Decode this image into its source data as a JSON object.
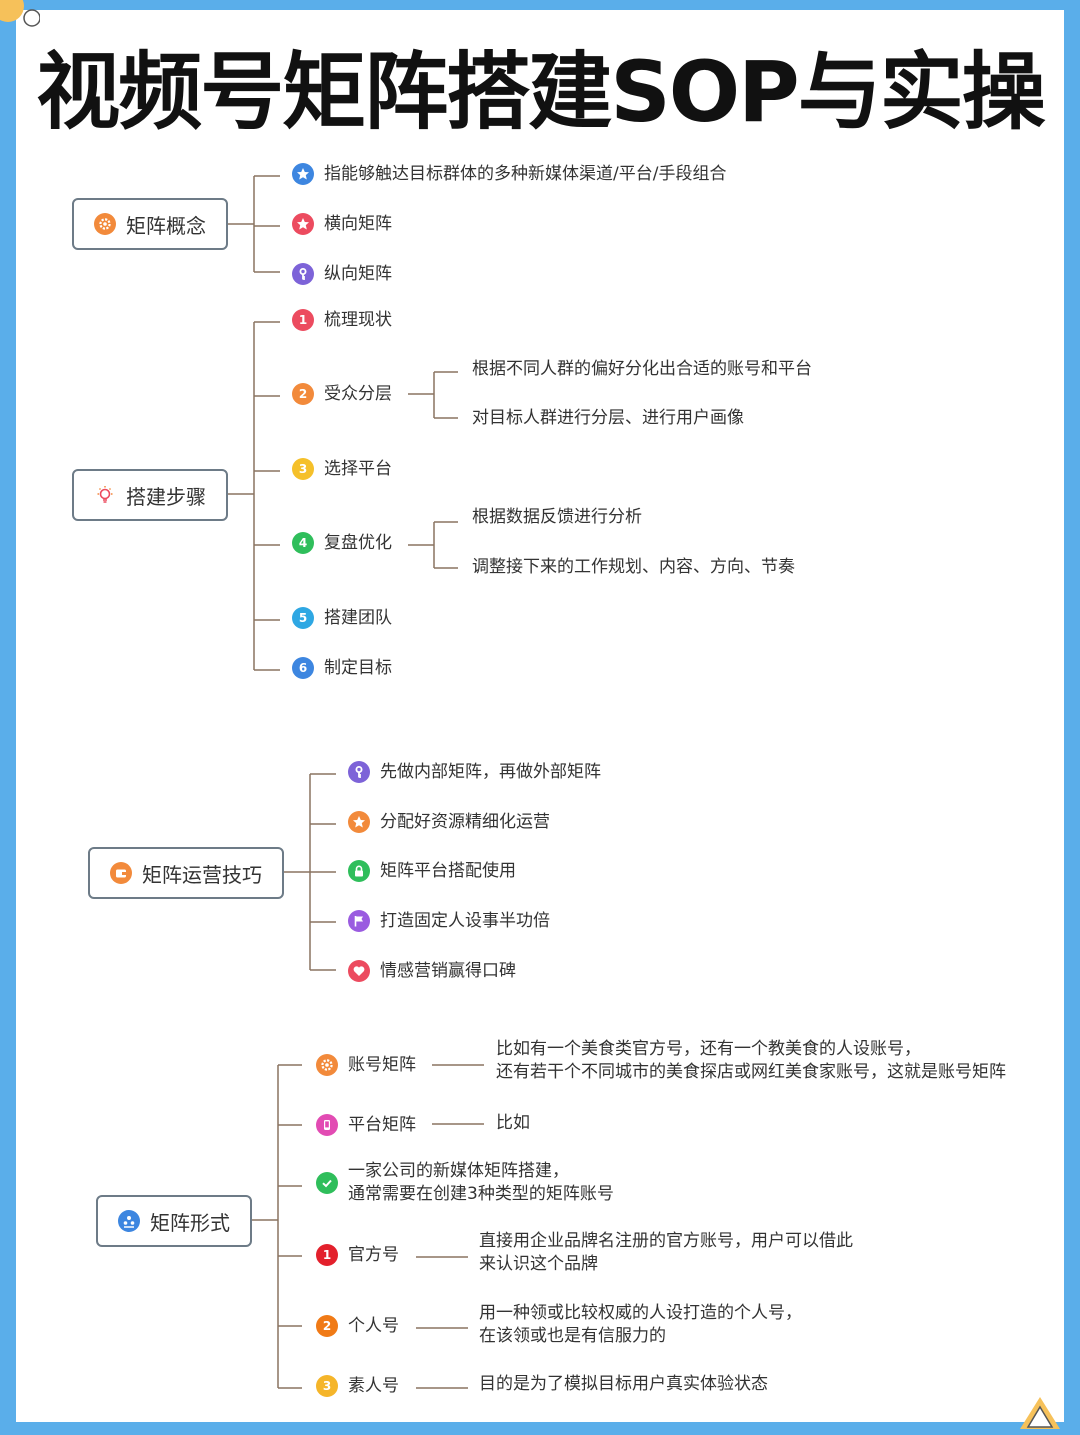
{
  "title": "视频号矩阵搭建SOP与实操",
  "colors": {
    "background": "#5aaeea",
    "line": "#8a7460",
    "blue": "#3d86e0",
    "red": "#ec4b5f",
    "purple": "#7d63d8",
    "orange": "#f28a3b",
    "yellow": "#f5c02a",
    "green": "#2fbe5b",
    "cyan": "#2ea7e3",
    "pink": "#e24bb3"
  },
  "sections": [
    {
      "root": "矩阵概念",
      "root_icon": "gear-icon",
      "items": [
        {
          "icon": "star-icon",
          "text": "指能够触达目标群体的多种新媒体渠道/平台/手段组合"
        },
        {
          "icon": "star-icon",
          "text": "横向矩阵"
        },
        {
          "icon": "key-icon",
          "text": "纵向矩阵"
        }
      ]
    },
    {
      "root": "搭建步骤",
      "root_icon": "lightbulb-icon",
      "items": [
        {
          "badge": "1",
          "text": "梳理现状"
        },
        {
          "badge": "2",
          "text": "受众分层",
          "children": [
            "根据不同人群的偏好分化出合适的账号和平台",
            "对目标人群进行分层、进行用户画像"
          ]
        },
        {
          "badge": "3",
          "text": "选择平台"
        },
        {
          "badge": "4",
          "text": "复盘优化",
          "children": [
            "根据数据反馈进行分析",
            "调整接下来的工作规划、内容、方向、节奏"
          ]
        },
        {
          "badge": "5",
          "text": "搭建团队"
        },
        {
          "badge": "6",
          "text": "制定目标"
        }
      ]
    },
    {
      "root": "矩阵运营技巧",
      "root_icon": "wallet-icon",
      "items": [
        {
          "icon": "key-icon",
          "text": "先做内部矩阵，再做外部矩阵"
        },
        {
          "icon": "star-icon",
          "text": "分配好资源精细化运营"
        },
        {
          "icon": "lock-icon",
          "text": "矩阵平台搭配使用"
        },
        {
          "icon": "flag-icon",
          "text": "打造固定人设事半功倍"
        },
        {
          "icon": "heart-icon",
          "text": "情感营销赢得口碑"
        }
      ]
    },
    {
      "root": "矩阵形式",
      "root_icon": "people-icon",
      "items": [
        {
          "icon": "gear-icon",
          "text": "账号矩阵",
          "desc": [
            "比如有一个美食类官方号，还有一个教美食的人设账号，",
            "还有若干个不同城市的美食探店或网红美食家账号，这就是账号矩阵"
          ]
        },
        {
          "icon": "phone-icon",
          "text": "平台矩阵",
          "desc": [
            "比如"
          ]
        },
        {
          "icon": "check-icon",
          "text_lines": [
            "一家公司的新媒体矩阵搭建，",
            "通常需要在创建3种类型的矩阵账号"
          ]
        },
        {
          "badge": "1",
          "text": "官方号",
          "desc": [
            "直接用企业品牌名注册的官方账号，用户可以借此",
            "来认识这个品牌"
          ]
        },
        {
          "badge": "2",
          "text": "个人号",
          "desc": [
            "用一种领或比较权威的人设打造的个人号，",
            "在该领或也是有信服力的"
          ]
        },
        {
          "badge": "3",
          "text": "素人号",
          "desc": [
            "目的是为了模拟目标用户真实体验状态"
          ]
        }
      ]
    }
  ]
}
